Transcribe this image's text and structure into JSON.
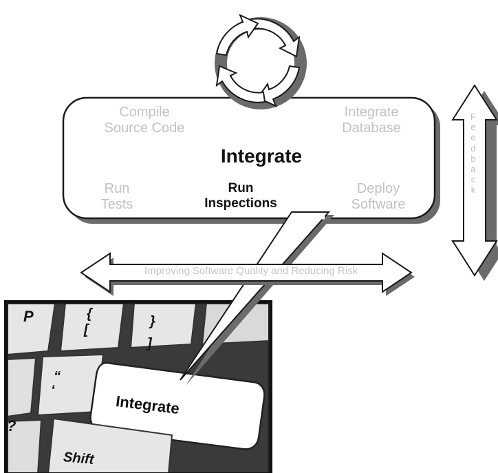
{
  "diagram": {
    "center_title": "Integrate",
    "cells": {
      "compile": [
        "Compile",
        "Source Code"
      ],
      "integrate_db": [
        "Integrate",
        "Database"
      ],
      "run_tests": [
        "Run",
        "Tests"
      ],
      "run_inspections": [
        "Run",
        "Inspections"
      ],
      "deploy": [
        "Deploy",
        "Software"
      ]
    },
    "feedback": "Feedback",
    "quality_band": "Improving Software Quality and Reducing Risk"
  },
  "keyboard": {
    "keys": {
      "p": "P",
      "brace_open": "{",
      "bracket_open": "[",
      "brace_close": "}",
      "bracket_close": "]",
      "quote_double": "“",
      "quote_single": "‘",
      "question": "?",
      "shift": "Shift",
      "enter": "Integrate"
    }
  },
  "colors": {
    "faded_text": "#c2c2c2",
    "outline": "#1a1a1a",
    "shadow": "#6b6b6b"
  }
}
